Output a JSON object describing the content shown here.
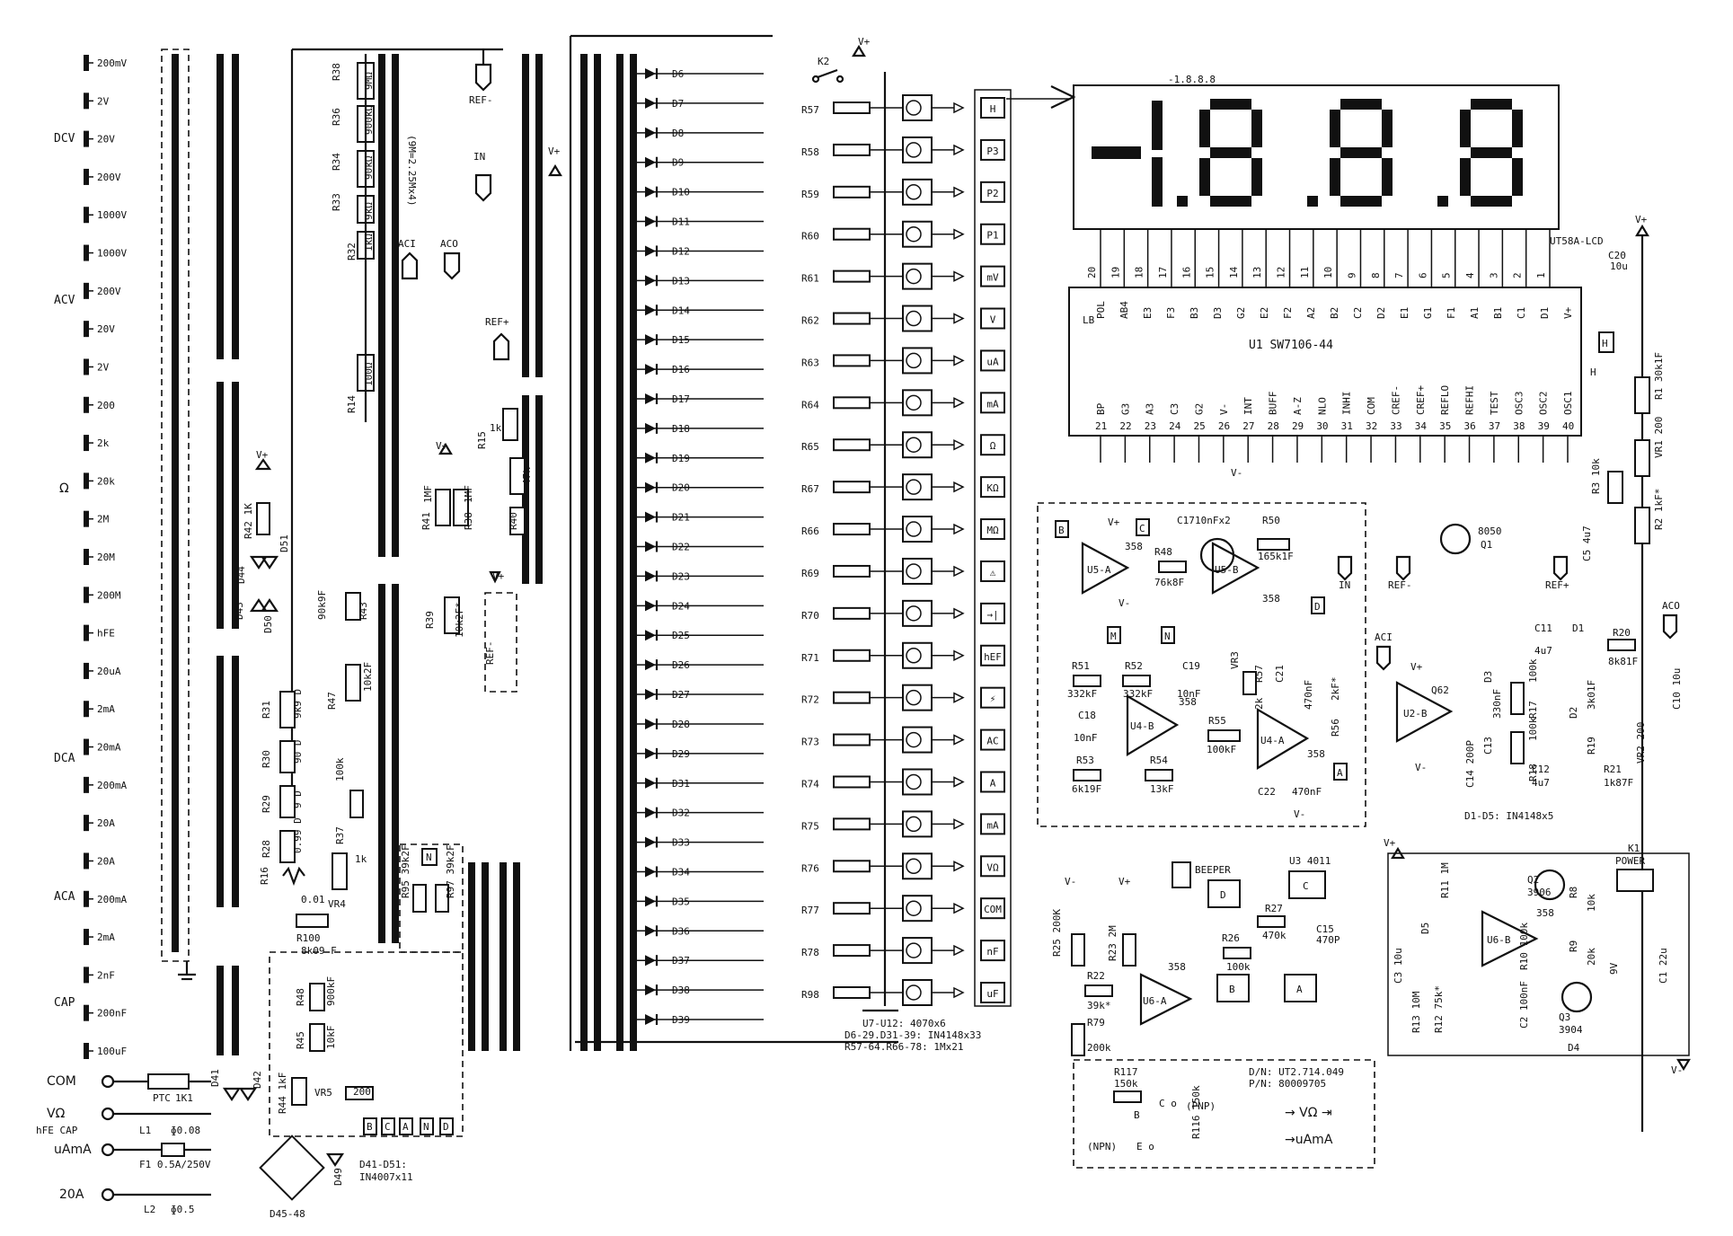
{
  "range_switch": {
    "ranges": [
      "200mV",
      "2V",
      "20V",
      "200V",
      "1000V",
      "1000V",
      "200V",
      "20V",
      "2V",
      "200",
      "2k",
      "20k",
      "2M",
      "20M",
      "200M",
      "hFE",
      "20uA",
      "2mA",
      "20mA",
      "200mA",
      "20A",
      "20A",
      "200mA",
      "2mA",
      "2nF",
      "200nF",
      "100uF"
    ],
    "groups": [
      "DCV",
      "ACV",
      "Ω",
      "DCA",
      "ACA",
      "CAP"
    ]
  },
  "terminals": [
    "COM",
    "VΩ",
    "hFE CAP",
    "uAmA",
    "20A"
  ],
  "lcd": {
    "digits": "-1.8.8.8",
    "label": "UT58A-LCD"
  },
  "icu1": {
    "name": "U1  SW7106-44",
    "pins_top": [
      "20",
      "19",
      "18",
      "17",
      "16",
      "15",
      "14",
      "13",
      "12",
      "11",
      "10",
      "9",
      "8",
      "7",
      "6",
      "5",
      "4",
      "3",
      "2",
      "1"
    ],
    "signals_top": [
      "POL",
      "AB4",
      "E3",
      "F3",
      "B3",
      "D3",
      "G2",
      "E2",
      "F2",
      "A2",
      "B2",
      "C2",
      "D2",
      "E1",
      "G1",
      "F1",
      "A1",
      "B1",
      "C1",
      "D1",
      "V+"
    ],
    "pins_bottom": [
      "21",
      "22",
      "23",
      "24",
      "25",
      "26",
      "27",
      "28",
      "29",
      "30",
      "31",
      "32",
      "33",
      "34",
      "35",
      "36",
      "37",
      "38",
      "39",
      "40"
    ],
    "signals_bottom": [
      "BP",
      "G3",
      "A3",
      "C3",
      "G2",
      "V-",
      "INT",
      "BUFF",
      "A-Z",
      "NLO",
      "INHI",
      "COM",
      "CREF-",
      "CREF+",
      "REFLO",
      "REFHI",
      "TEST",
      "OSC3",
      "OSC2",
      "OSC1"
    ]
  },
  "mux_out_labels": [
    "H",
    "P3",
    "P2",
    "P1",
    "mV",
    "V",
    "uA",
    "mA",
    "Ω",
    "KΩ",
    "MΩ",
    "⚠",
    "→|",
    "hEF",
    "⚡",
    "AC",
    "A",
    "mA",
    "VΩ",
    "COM",
    "nF",
    "uF"
  ],
  "resistors_right": [
    "R57",
    "R58",
    "R59",
    "R60",
    "R61",
    "R62",
    "R63",
    "R64",
    "R65",
    "R67",
    "R66",
    "R69",
    "R70",
    "R71",
    "R72",
    "R73",
    "R74",
    "R75",
    "R76",
    "R77",
    "R78",
    "R98"
  ],
  "diodes": [
    "D6",
    "D7",
    "D8",
    "D9",
    "D10",
    "D11",
    "D12",
    "D13",
    "D14",
    "D15",
    "D16",
    "D17",
    "D18",
    "D19",
    "D20",
    "D21",
    "D22",
    "D23",
    "D24",
    "D25",
    "D26",
    "D27",
    "D28",
    "D29",
    "D31",
    "D32",
    "D33",
    "D34",
    "D35",
    "D36",
    "D37",
    "D38",
    "D39"
  ],
  "divider": [
    "R38 9MΩ",
    "R36 900kΩ",
    "R34 90kΩ",
    "R33 9kΩ",
    "R32 1kΩ",
    "R14 100Ω"
  ],
  "notes": {
    "ics": "U7-U12: 4070x6",
    "diodes": "D6-29.D31-39: IN4148x33",
    "res": "R57-64.R66-78: 1Mx21",
    "d1d5": "D1-D5: IN4148x5",
    "d41": "D41-D51: IN4007x11",
    "dn": "D/N: UT2.714.049",
    "pn": "P/N: 80009705",
    "bridge": "D45-48"
  },
  "blocks": {
    "u5": "U5-A / U5-B 358",
    "u4": "U4-A / U4-B 358",
    "u2": "U2-B",
    "u6": "U6-A / U6-B 358",
    "u3": "U3 4011",
    "beeper": "BEEPER",
    "power": "POWER",
    "q1": "8050 Q1",
    "q2": "Q2 3906",
    "q3": "Q3 3904",
    "battery": "9V"
  }
}
